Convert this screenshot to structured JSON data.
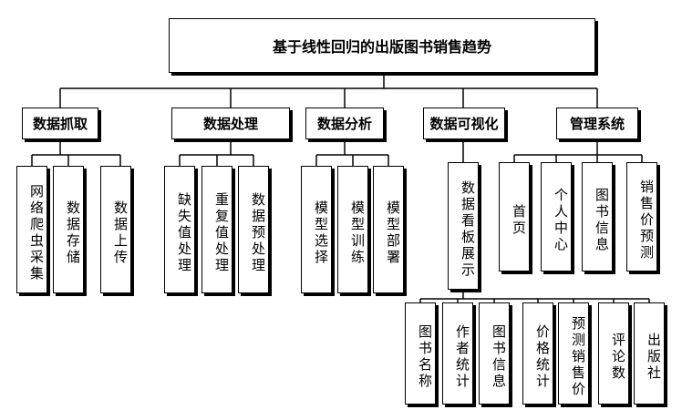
{
  "root": "基于线性回归的出版图书销售趋势",
  "modules": [
    {
      "label": "数据抓取",
      "children": [
        "网络爬虫采集",
        "数据存储",
        "数据上传"
      ]
    },
    {
      "label": "数据处理",
      "children": [
        "缺失值处理",
        "重复值处理",
        "数据预处理"
      ]
    },
    {
      "label": "数据分析",
      "children": [
        "模型选择",
        "模型训练",
        "模型部署"
      ]
    },
    {
      "label": "数据可视化",
      "children": [
        "数据看板展示"
      ]
    },
    {
      "label": "管理系统",
      "children": [
        "首页",
        "个人中心",
        "图书信息",
        "销售价预测"
      ]
    }
  ],
  "dashboard_children": [
    "图书名称",
    "作者统计",
    "图书信息",
    "价格统计",
    "预测销售价",
    "评论数",
    "出版社"
  ]
}
